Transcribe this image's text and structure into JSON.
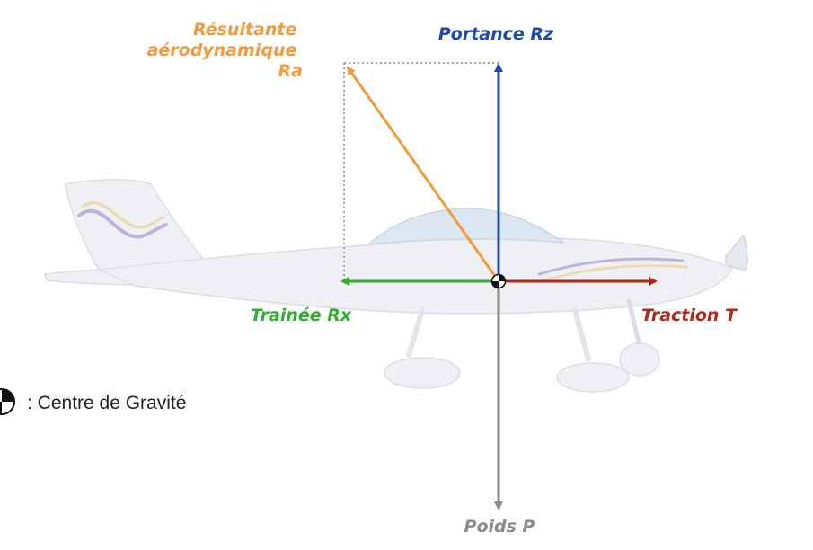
{
  "forces": {
    "resultante": {
      "label_lines": [
        "Résultante",
        "aérodynamique",
        "Ra"
      ],
      "color": "#f39a3d"
    },
    "portance": {
      "label": "Portance Rz",
      "color": "#1f4aa8"
    },
    "trainee": {
      "label": "Trainée Rx",
      "color": "#2fae2f"
    },
    "traction": {
      "label": "Traction T",
      "color": "#b02a1b"
    },
    "poids": {
      "label": "Poids P",
      "color": "#8a8a86"
    }
  },
  "legend": {
    "text": ": Centre de Gravité",
    "symbol": "center-of-gravity-icon"
  },
  "colors": {
    "airplane_body": "#eef0f3",
    "airplane_outline": "#d9dde3",
    "canopy": "#dbe6f3",
    "tail_stripe_purple": "#b9b0d6",
    "tail_stripe_gold": "#e8d9a8",
    "construction_line": "#777777"
  }
}
